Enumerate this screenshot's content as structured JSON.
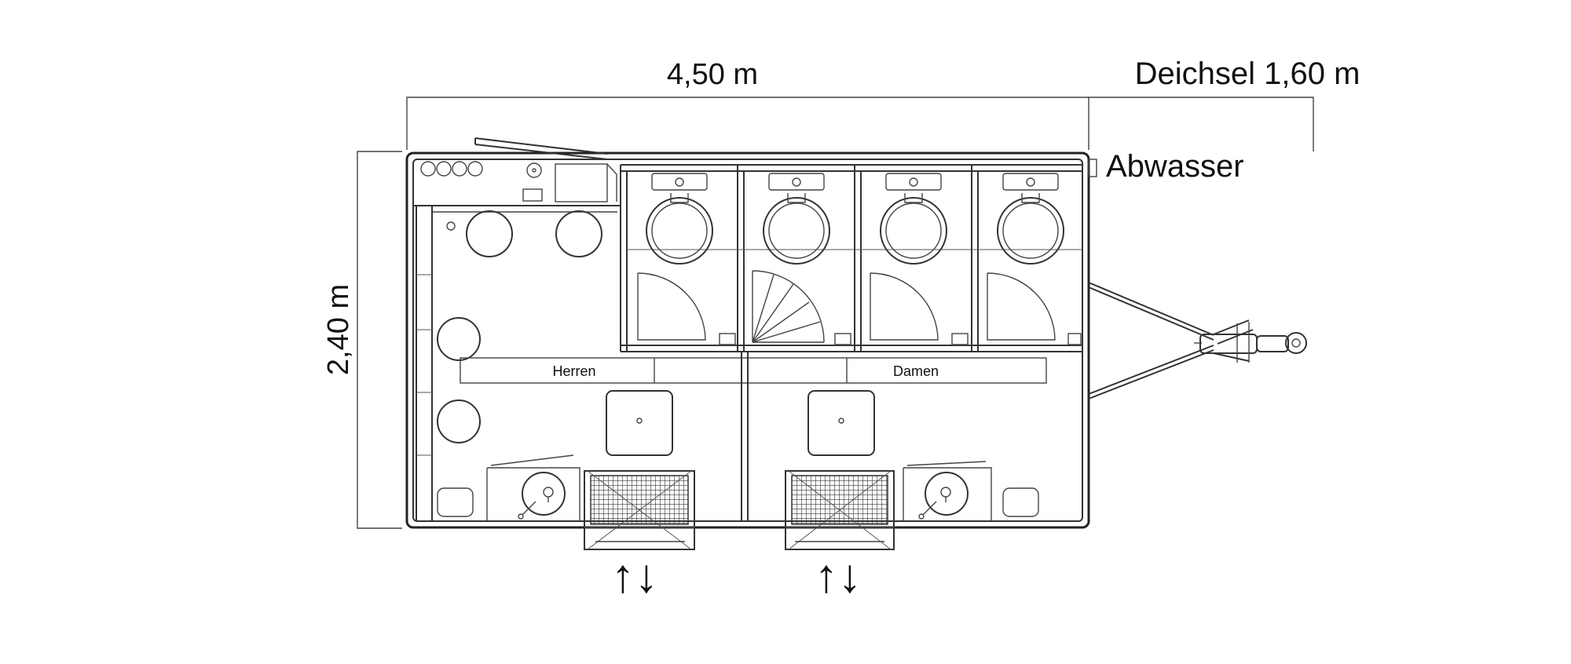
{
  "dimensions": {
    "length": "4,50 m",
    "width": "2,40 m",
    "drawbar": "Deichsel 1,60 m"
  },
  "labels": {
    "wastewater": "Abwasser",
    "men": "Herren",
    "women": "Damen"
  },
  "entrances": [
    {
      "arrows": "↑↓"
    },
    {
      "arrows": "↑↓"
    }
  ]
}
